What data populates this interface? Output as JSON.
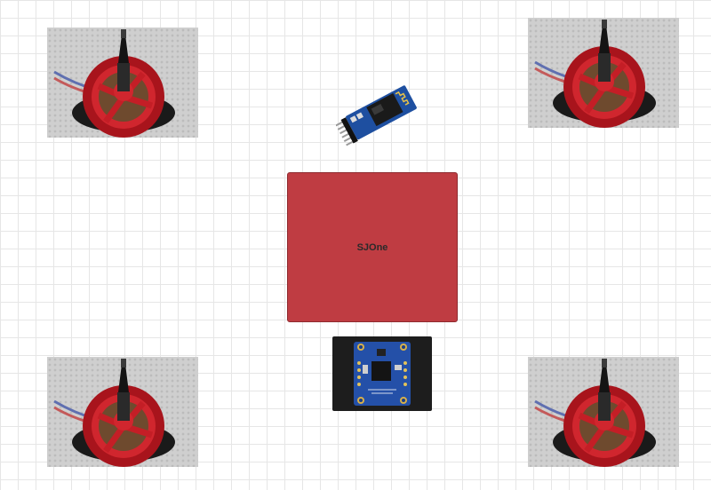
{
  "canvas": {
    "background": "#ffffff",
    "grid_color": "#e6e6e6"
  },
  "board": {
    "label": "SJOne",
    "color": "#bf3c42"
  },
  "motors": [
    {
      "id": "motor-front-left"
    },
    {
      "id": "motor-front-right"
    },
    {
      "id": "motor-rear-left"
    },
    {
      "id": "motor-rear-right"
    }
  ],
  "components": {
    "bluetooth": {
      "icon": "bluetooth-module-icon"
    },
    "imu": {
      "icon": "orientation-sensor-icon",
      "color": "#2450a8"
    }
  }
}
